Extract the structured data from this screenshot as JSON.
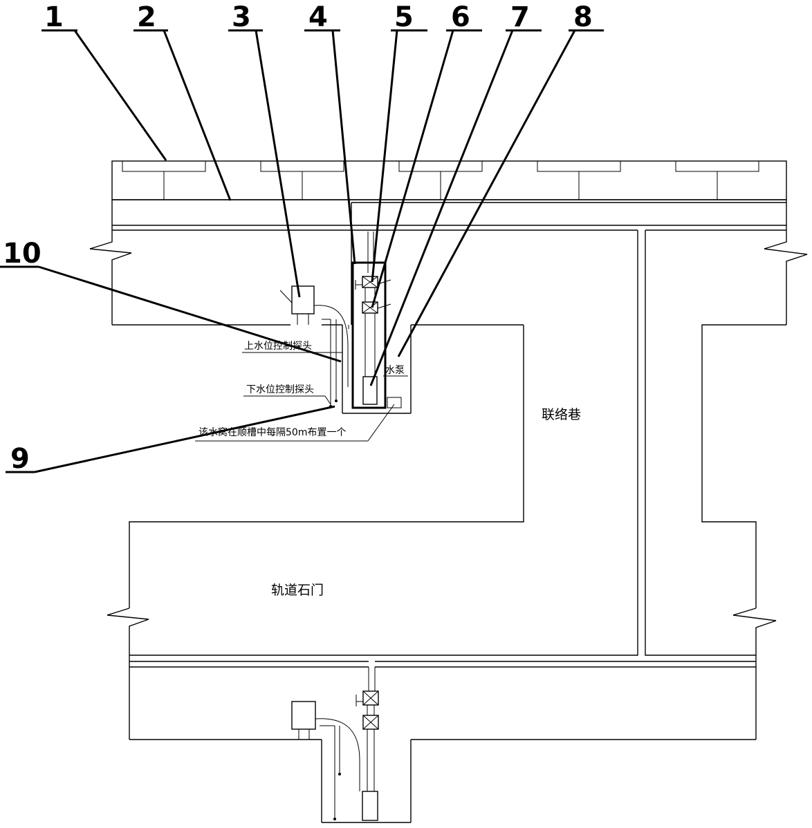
{
  "callouts": [
    "1",
    "2",
    "3",
    "4",
    "5",
    "6",
    "7",
    "8",
    "9",
    "10"
  ],
  "labels": {
    "upper_probe": "上水位控制探头",
    "lower_probe": "下水位控制探头",
    "pit_note": "该水窝在顺槽中每隔50m布置一个",
    "pump": "水泵",
    "connecting_roadway": "联络巷",
    "track_crosscut": "轨道石门"
  }
}
